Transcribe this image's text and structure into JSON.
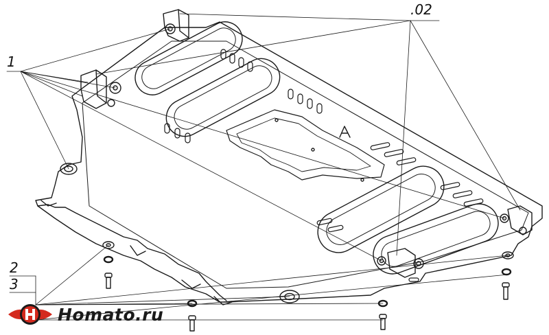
{
  "callouts": {
    "part_1": "1",
    "part_2": "2",
    "part_3": "3",
    "part_02": ".02"
  },
  "branding": {
    "logo_text": "Homato.ru",
    "logo_icon": "winged-h-emblem-icon",
    "colors": {
      "emblem_red": "#d42a1e",
      "emblem_dark": "#1a1a1a"
    }
  },
  "colors": {
    "line": "#1a1a1a",
    "background": "#ffffff"
  }
}
